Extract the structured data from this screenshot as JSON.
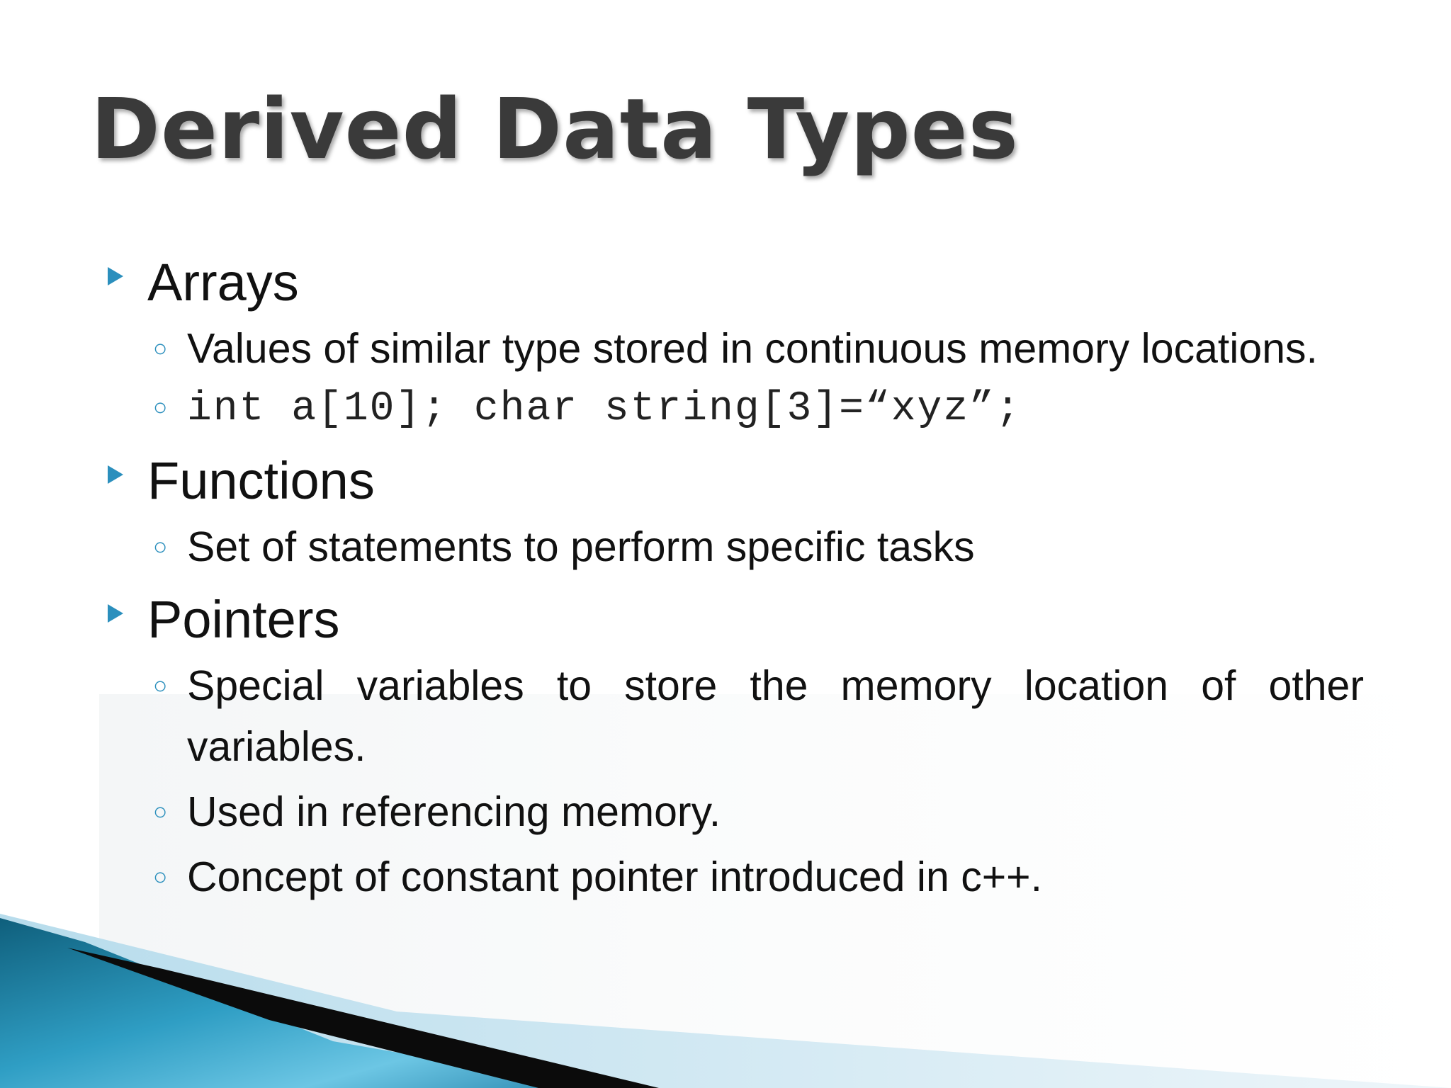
{
  "slide": {
    "title": "Derived Data Types",
    "accent_color": "#2b8fbd",
    "sections": [
      {
        "heading": "Arrays",
        "items": [
          "Values of similar type stored in continuous memory locations.",
          "int a[10]; char string[3]=“xyz”;"
        ]
      },
      {
        "heading": "Functions",
        "items": [
          "Set of statements to perform specific tasks"
        ]
      },
      {
        "heading": "Pointers",
        "items": [
          "Special variables to store the memory location of other variables.",
          "Used in referencing memory.",
          "Concept of constant pointer introduced in c++."
        ]
      }
    ]
  }
}
